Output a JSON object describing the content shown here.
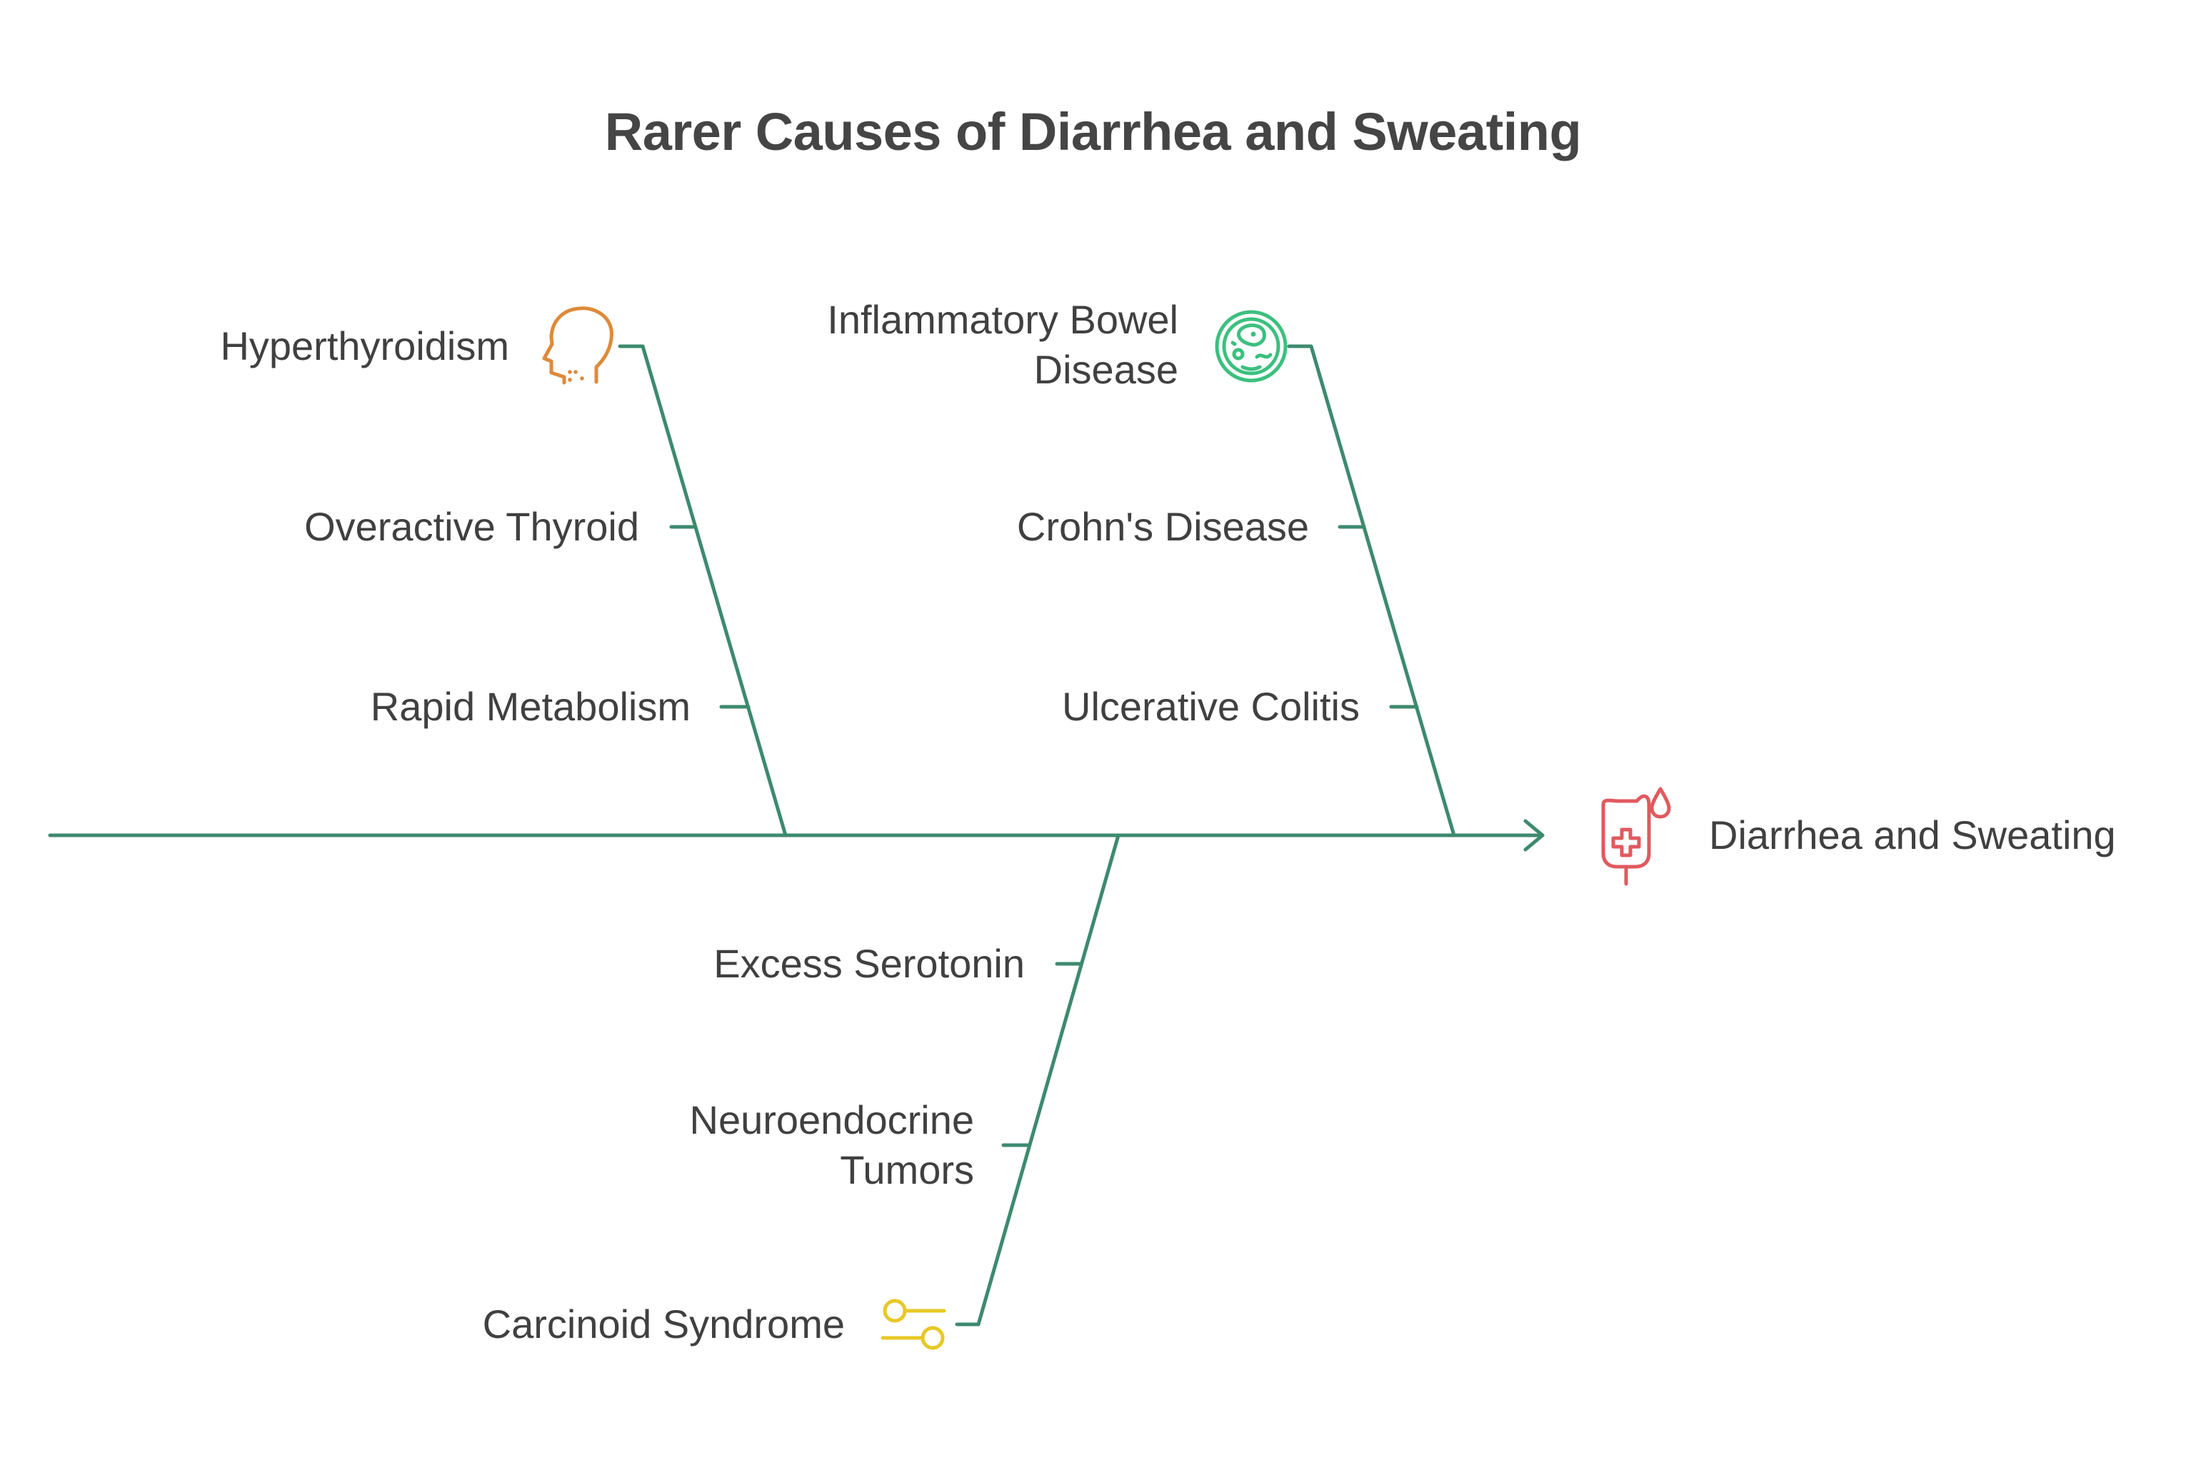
{
  "title": "Rarer Causes of Diarrhea and Sweating",
  "effect": {
    "label": "Diarrhea and Sweating",
    "icon": "iv-blood-bag-icon",
    "color": "#e05a5f"
  },
  "spine_color": "#3d8a6e",
  "causes": [
    {
      "category": "Hyperthyroidism",
      "icon": "head-profile-icon",
      "color": "#dd8a3a",
      "sub_causes": [
        "Overactive Thyroid",
        "Rapid Metabolism"
      ]
    },
    {
      "category": "Inflammatory Bowel Disease",
      "icon": "petri-dish-bacteria-icon",
      "color": "#3cc07e",
      "sub_causes": [
        "Crohn's Disease",
        "Ulcerative Colitis"
      ]
    },
    {
      "category": "Carcinoid Syndrome",
      "icon": "switch-toggle-icon",
      "color": "#e8c826",
      "sub_causes": [
        "Excess Serotonin",
        "Neuroendocrine Tumors"
      ]
    }
  ]
}
